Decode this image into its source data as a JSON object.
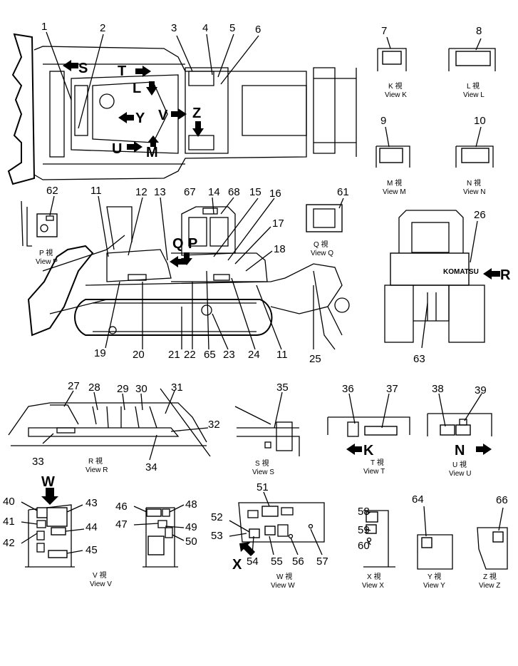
{
  "callouts": [
    "1",
    "2",
    "3",
    "4",
    "5",
    "6",
    "7",
    "8",
    "9",
    "10",
    "11",
    "12",
    "13",
    "14",
    "15",
    "16",
    "17",
    "18",
    "19",
    "20",
    "21",
    "22",
    "23",
    "24",
    "25",
    "26",
    "27",
    "28",
    "29",
    "30",
    "31",
    "32",
    "33",
    "34",
    "35",
    "36",
    "37",
    "38",
    "39",
    "40",
    "41",
    "42",
    "43",
    "44",
    "45",
    "46",
    "47",
    "48",
    "49",
    "50",
    "51",
    "52",
    "53",
    "54",
    "55",
    "56",
    "57",
    "58",
    "59",
    "60",
    "61",
    "62",
    "63",
    "64",
    "65",
    "66",
    "67",
    "68"
  ],
  "arrow_letters": {
    "S": "S",
    "T": "T",
    "L": "L",
    "Y": "Y",
    "V": "V",
    "Z": "Z",
    "U": "U",
    "M": "M",
    "Q": "Q",
    "P": "P",
    "R": "R",
    "K": "K",
    "N": "N",
    "W": "W",
    "X": "X"
  },
  "views": {
    "K": {
      "jp": "K 視",
      "en": "View K"
    },
    "L": {
      "jp": "L 視",
      "en": "View L"
    },
    "M": {
      "jp": "M 視",
      "en": "View M"
    },
    "N": {
      "jp": "N 視",
      "en": "View N"
    },
    "P": {
      "jp": "P 視",
      "en": "View P"
    },
    "Q": {
      "jp": "Q 視",
      "en": "View Q"
    },
    "R": {
      "jp": "R 視",
      "en": "View R"
    },
    "S": {
      "jp": "S 視",
      "en": "View S"
    },
    "T": {
      "jp": "T 視",
      "en": "View T"
    },
    "U": {
      "jp": "U 視",
      "en": "View U"
    },
    "V": {
      "jp": "V 視",
      "en": "View V"
    },
    "W": {
      "jp": "W 視",
      "en": "View W"
    },
    "X": {
      "jp": "X 視",
      "en": "View X"
    },
    "Y": {
      "jp": "Y 視",
      "en": "View Y"
    },
    "Z": {
      "jp": "Z 視",
      "en": "View Z"
    }
  },
  "brand": "KOMATSU"
}
